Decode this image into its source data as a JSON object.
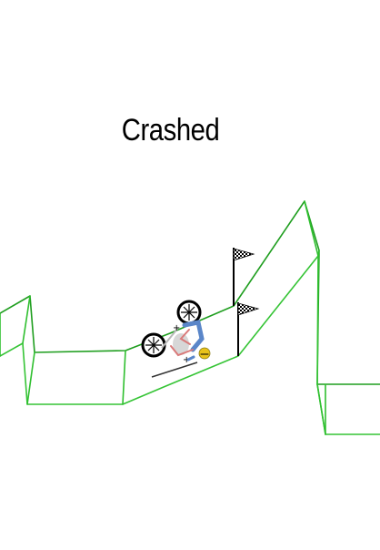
{
  "game": {
    "status": "Crashed"
  },
  "colors": {
    "track_stroke": "#2fbf2f",
    "track_back_stroke": "#1f9e1f",
    "flag_pole": "#000000",
    "flag_pattern": "checkered-black-white",
    "wheel": "#000000",
    "rider_torso": "#5a86c9",
    "rider_limbs": "#d97a7a",
    "helmet": "#e8c21a",
    "background": "#ffffff"
  },
  "scene": {
    "objects": [
      "track",
      "finish-flags",
      "crashed-bike",
      "rider"
    ]
  }
}
